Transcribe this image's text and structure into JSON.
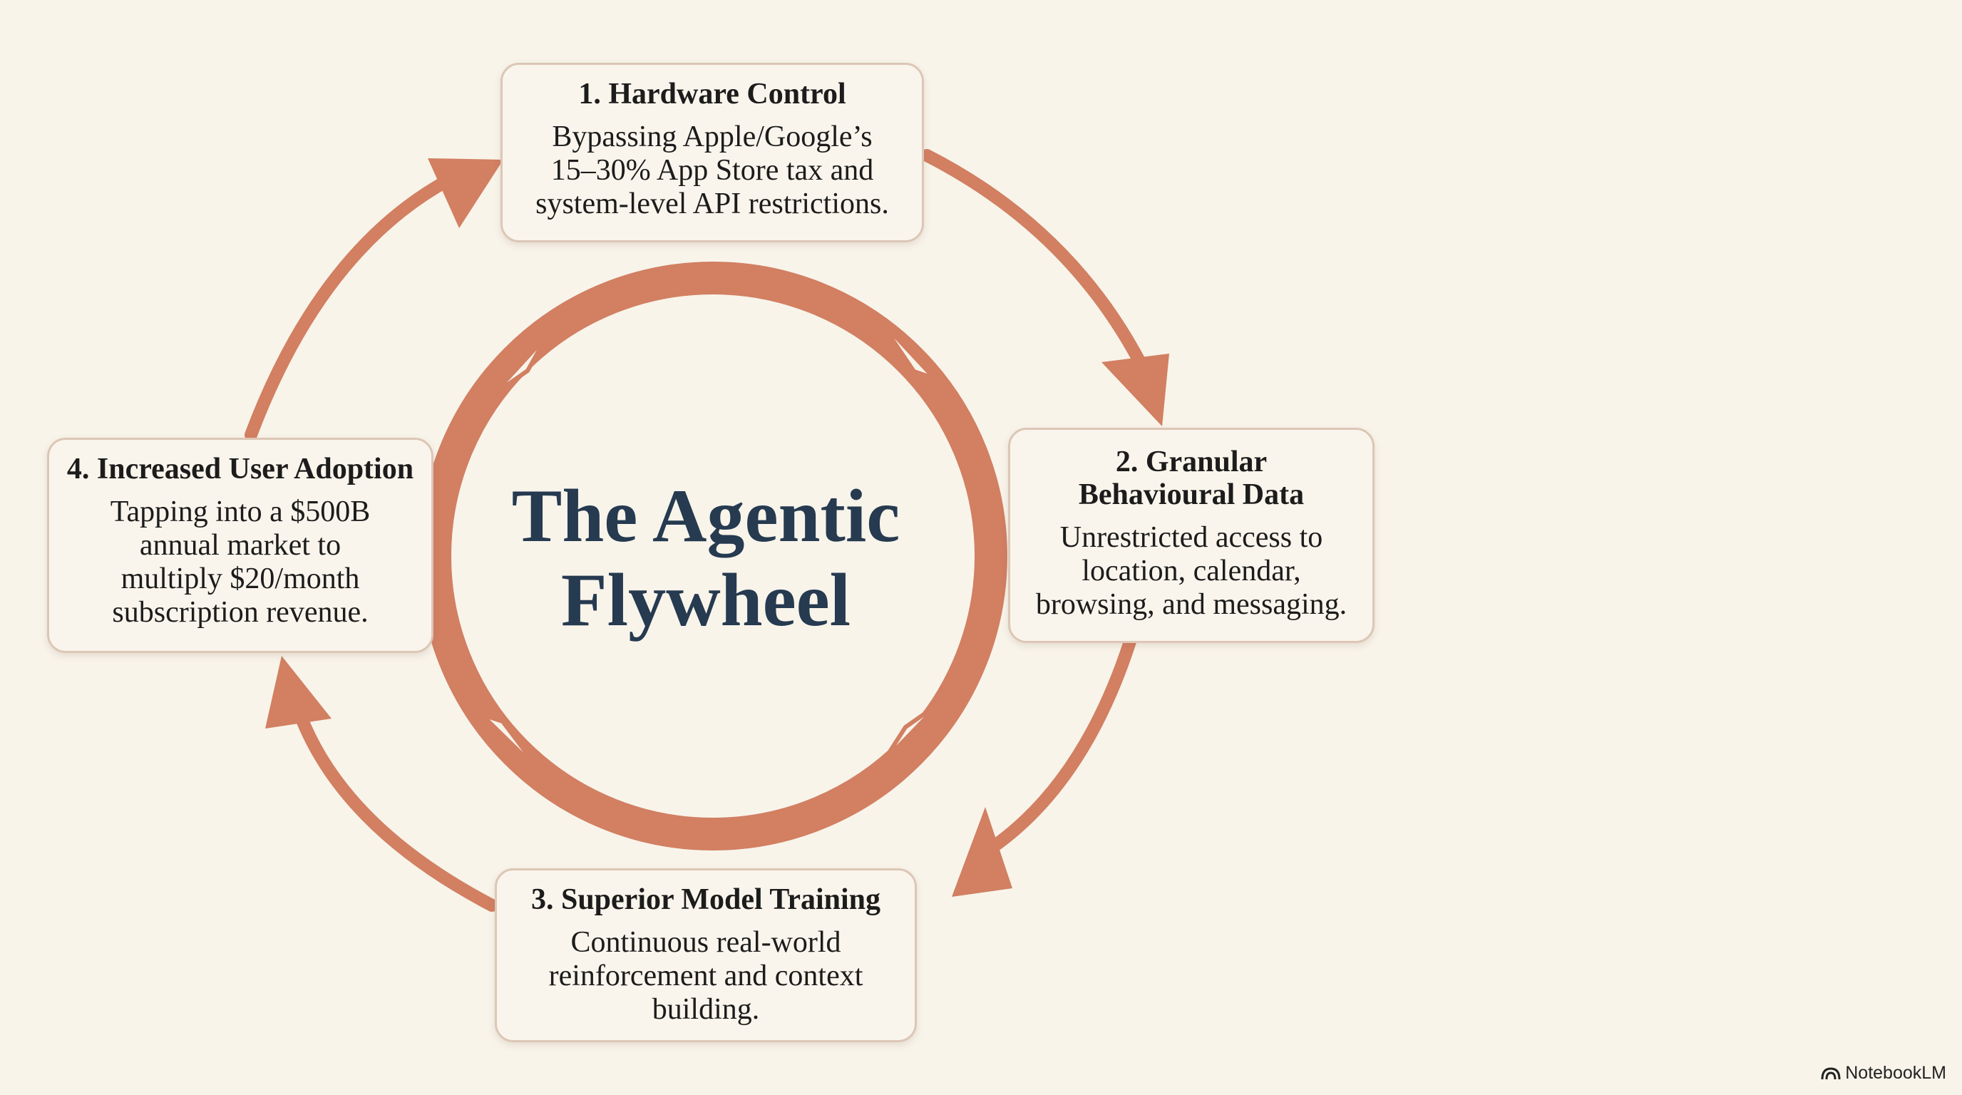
{
  "center_title": [
    "The Agentic",
    "Flywheel"
  ],
  "steps": [
    {
      "title": "1. Hardware Control",
      "description": [
        "Bypassing Apple/Google’s",
        "15–30% App Store tax and",
        "system-level API restrictions."
      ]
    },
    {
      "title": [
        "2. Granular",
        "Behavioural Data"
      ],
      "description": [
        "Unrestricted access to",
        "location, calendar,",
        "browsing, and messaging."
      ]
    },
    {
      "title": "3. Superior Model Training",
      "description": [
        "Continuous real-world",
        "reinforcement and context",
        "building."
      ]
    },
    {
      "title": "4. Increased User Adoption",
      "description": [
        "Tapping into a $500B",
        "annual market to",
        "multiply $20/month",
        "subscription revenue."
      ]
    }
  ],
  "brand": {
    "label": "NotebookLM",
    "icon": "notebooklm-logo-icon"
  },
  "colors": {
    "arrow": "#d27f62",
    "title": "#263a50",
    "box_border": "#ddc6b6",
    "background": "#f8f4ea"
  }
}
